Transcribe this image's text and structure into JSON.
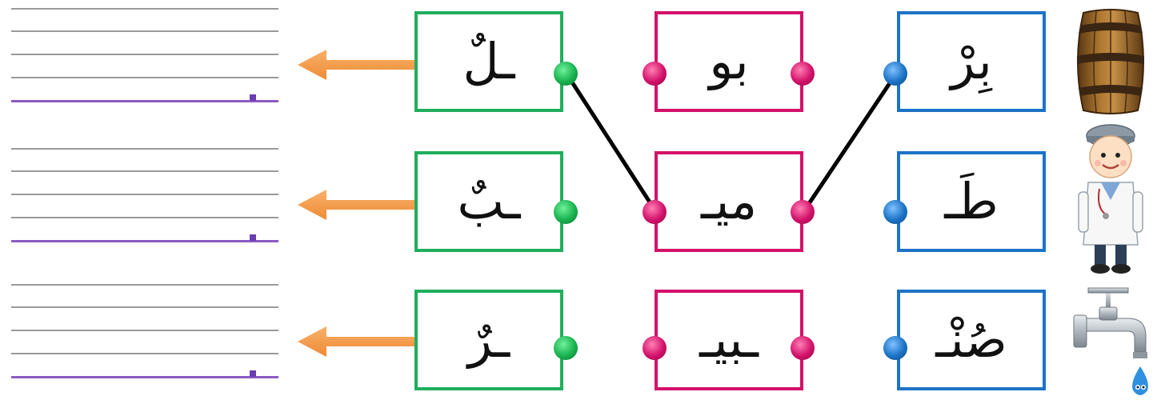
{
  "activity": {
    "rows": [
      {
        "left_syllable": "ـلٌ",
        "middle_syllable": "بو",
        "right_syllable": "بِرْ",
        "picture": "barrel-image"
      },
      {
        "left_syllable": "ـبٌ",
        "middle_syllable": "ميـ",
        "right_syllable": "طَـ",
        "picture": "doctor-image"
      },
      {
        "left_syllable": "ـرٌ",
        "middle_syllable": "ـبيـ",
        "right_syllable": "صُنْـ",
        "picture": "faucet-image"
      }
    ],
    "connections": [
      {
        "from": "row1-right-knob",
        "to": "row2-middle-right-knob"
      },
      {
        "from": "row1-left-knob",
        "to": "row2-middle-left-knob"
      }
    ]
  },
  "colors": {
    "left_column": "#1fae5c",
    "middle_column": "#d3126a",
    "right_column": "#1c73c6",
    "arrow": "#f39a4a",
    "baseline": "#8a5bc4",
    "guide_line": "#9a9a9a"
  }
}
